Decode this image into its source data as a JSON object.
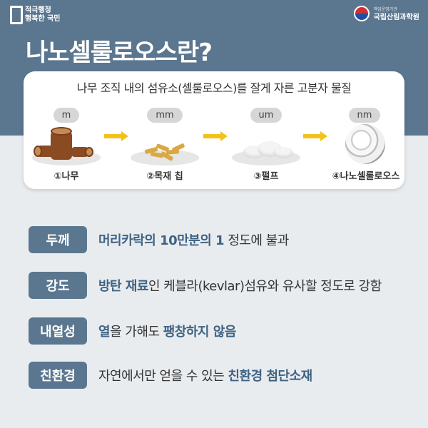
{
  "header": {
    "logo_left_line1": "적극행정",
    "logo_left_line2": "행복한 국민",
    "org_sub": "책임운영기관",
    "org_name": "국립산림과학원"
  },
  "title": "나노셀룰로오스란?",
  "card": {
    "subtitle": "나무 조직 내의 섬유소(셀룰로오스)를 잘게 자른 고분자 물질",
    "steps": [
      {
        "unit": "m",
        "label": "①나무"
      },
      {
        "unit": "mm",
        "label": "②목재 칩"
      },
      {
        "unit": "um",
        "label": "③펄프"
      },
      {
        "unit": "nm",
        "label": "④나노셀룰로오스"
      }
    ]
  },
  "properties": [
    {
      "key": "두께",
      "hl1": "머리카락의 10만분의 1",
      "rest": " 정도에 불과"
    },
    {
      "key": "강도",
      "hl1": "방탄 재료",
      "rest": "인 케블라(kevlar)섬유와 유사할 정도로 강함"
    },
    {
      "key": "내열성",
      "hl1": "열",
      "mid": "을 가해도 ",
      "hl2": "팽창하지 않음"
    },
    {
      "key": "친환경",
      "pre": "자연에서만 얻을 수 있는 ",
      "hl1": "친환경 첨단소재"
    }
  ],
  "colors": {
    "band": "#5b7790",
    "highlight": "#3f6384",
    "arrow": "#f2c21a"
  }
}
